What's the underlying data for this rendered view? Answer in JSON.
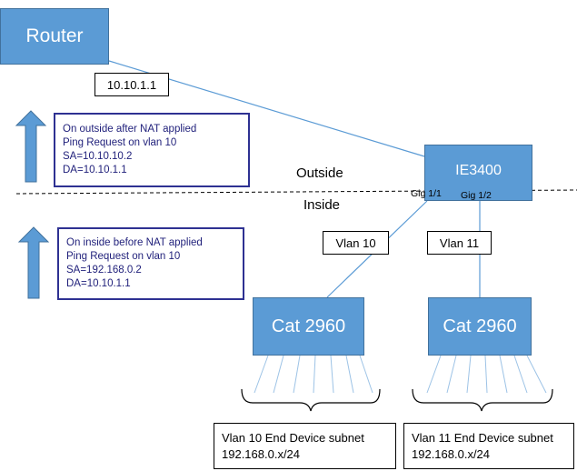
{
  "devices": {
    "router": "Router",
    "ie3400": "IE3400",
    "cat_left": "Cat 2960",
    "cat_right": "Cat 2960"
  },
  "labels": {
    "router_ip": "10.10.1.1",
    "outside": "Outside",
    "inside": "Inside",
    "gig11": "Gig 1/1",
    "gig12": "Gig 1/2",
    "vlan10": "Vlan 10",
    "vlan11": "Vlan 11"
  },
  "notes": {
    "outside": [
      "On outside after NAT applied",
      "Ping Request on vlan 10",
      "SA=10.10.10.2",
      "DA=10.10.1.1"
    ],
    "inside": [
      "On inside before NAT applied",
      "Ping Request on vlan 10",
      "SA=192.168.0.2",
      "DA=10.10.1.1"
    ]
  },
  "subnets": {
    "left": {
      "title": "Vlan 10 End Device subnet",
      "subnet": "192.168.0.x/24"
    },
    "right": {
      "title": "Vlan 11 End Device subnet",
      "subnet": "192.168.0.x/24"
    }
  },
  "colors": {
    "device_fill": "#5b9bd5",
    "link": "#5b9bd5",
    "note_border": "#2e3192"
  }
}
